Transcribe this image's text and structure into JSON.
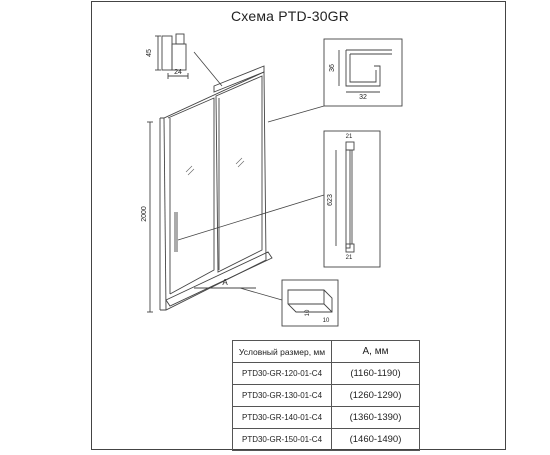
{
  "title": "Схема PTD-30GR",
  "dimensions": {
    "height": "2000",
    "width_label": "A",
    "profile_h": "45",
    "profile_w": "24",
    "section_h": "36",
    "section_w": "32",
    "handle_top": "21",
    "handle_len": "623",
    "handle_bottom": "21",
    "guide_h": "10",
    "guide_w": "10"
  },
  "table": {
    "headers": [
      "Условный размер, мм",
      "А, мм"
    ],
    "rows": [
      [
        "PTD30-GR-120-01-C4",
        "(1160-1190)"
      ],
      [
        "PTD30-GR-130-01-C4",
        "(1260-1290)"
      ],
      [
        "PTD30-GR-140-01-C4",
        "(1360-1390)"
      ],
      [
        "PTD30-GR-150-01-C4",
        "(1460-1490)"
      ]
    ]
  }
}
